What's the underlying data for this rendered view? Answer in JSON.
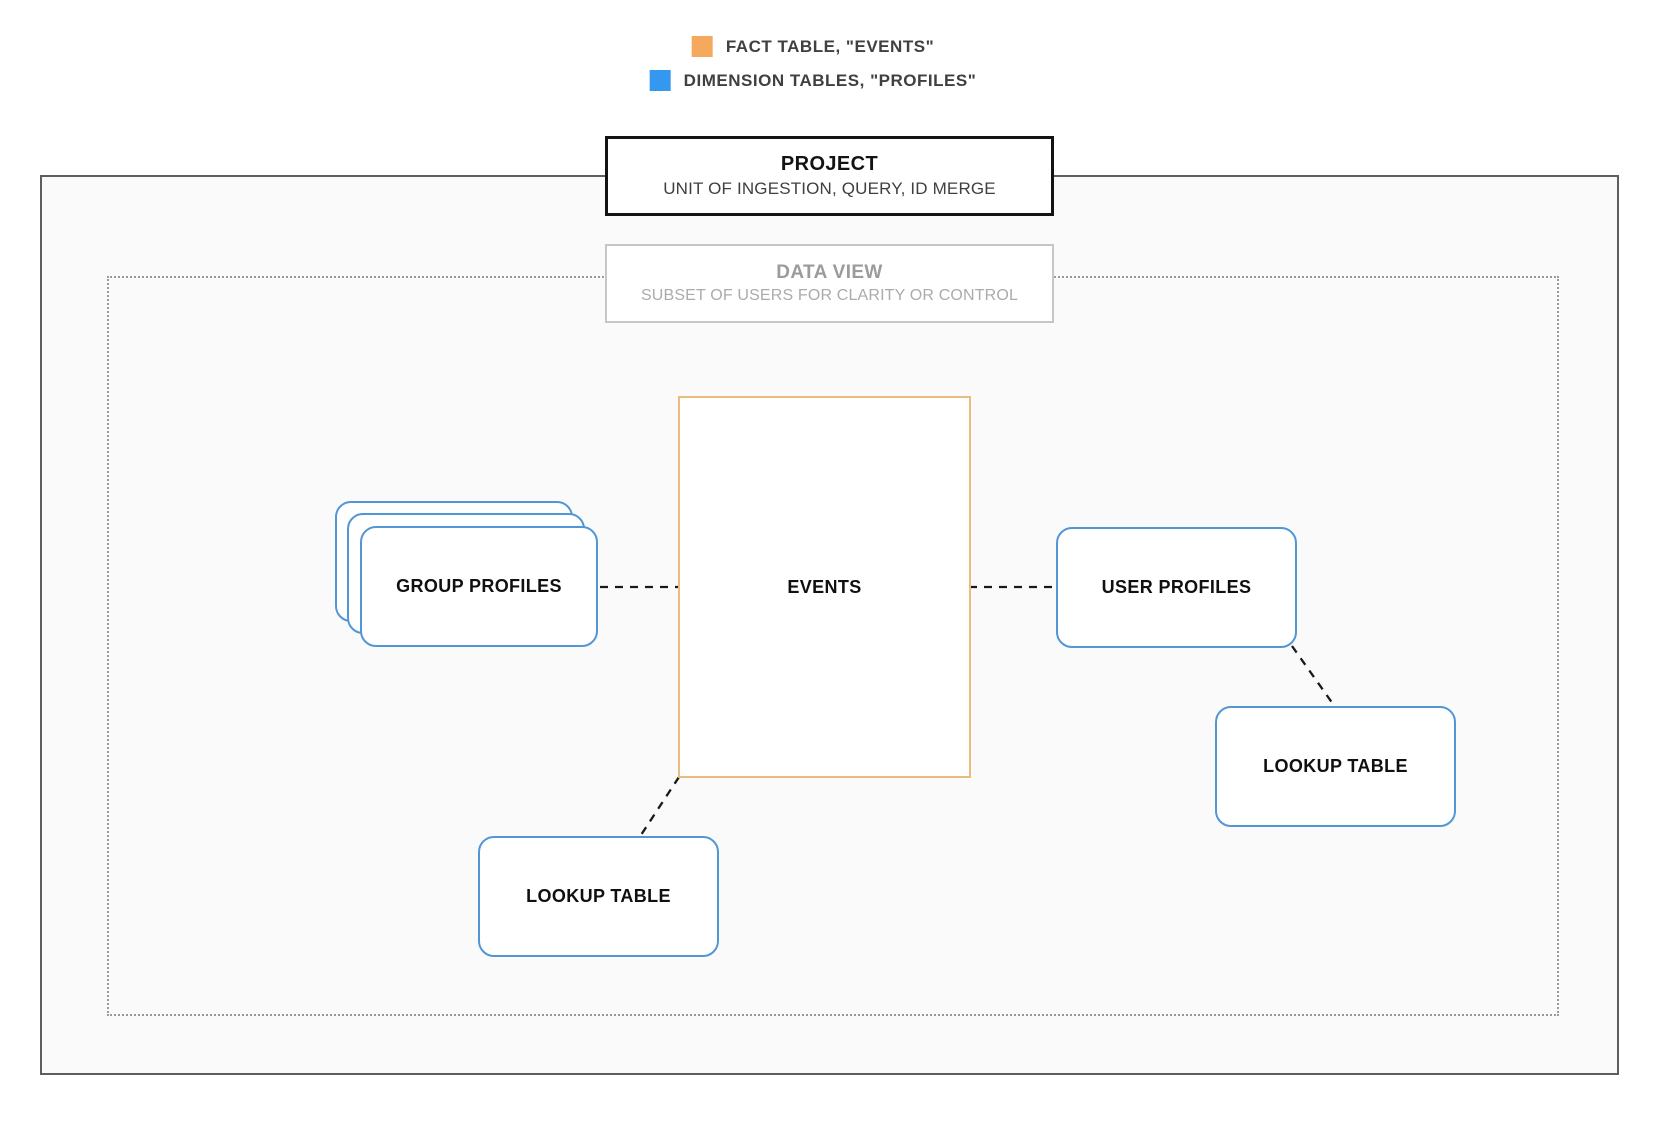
{
  "legend": {
    "items": [
      {
        "name": "fact-table",
        "label": "FACT TABLE, \"EVENTS\"",
        "color": "#F4A95C"
      },
      {
        "name": "dimension-tables",
        "label": "DIMENSION TABLES, \"PROFILES\"",
        "color": "#3598F0"
      }
    ]
  },
  "project": {
    "title": "PROJECT",
    "subtitle": "UNIT OF INGESTION, QUERY, ID MERGE"
  },
  "data_view": {
    "title": "DATA VIEW",
    "subtitle": "SUBSET OF USERS FOR CLARITY OR CONTROL"
  },
  "nodes": {
    "events": {
      "label": "EVENTS",
      "type": "fact"
    },
    "group_profiles": {
      "label": "GROUP PROFILES",
      "type": "dimension"
    },
    "user_profiles": {
      "label": "USER PROFILES",
      "type": "dimension"
    },
    "lookup_table_left": {
      "label": "LOOKUP TABLE",
      "type": "dimension"
    },
    "lookup_table_right": {
      "label": "LOOKUP TABLE",
      "type": "dimension"
    }
  },
  "connections": [
    {
      "from": "group_profiles",
      "to": "events",
      "style": "dashed"
    },
    {
      "from": "events",
      "to": "user_profiles",
      "style": "dashed"
    },
    {
      "from": "user_profiles",
      "to": "lookup_table_right",
      "style": "dashed"
    },
    {
      "from": "events",
      "to": "lookup_table_left",
      "style": "dashed"
    }
  ],
  "colors": {
    "fact_accent": "#F4A95C",
    "fact_border": "#EBBC7F",
    "dimension_accent": "#3598F0",
    "dimension_border": "#5197D6",
    "project_border": "#131313",
    "boundary_border": "#5E5E5E",
    "dotted_border": "#9A9A9A",
    "connector": "#191919",
    "boundary_fill": "#FAFAFA"
  }
}
